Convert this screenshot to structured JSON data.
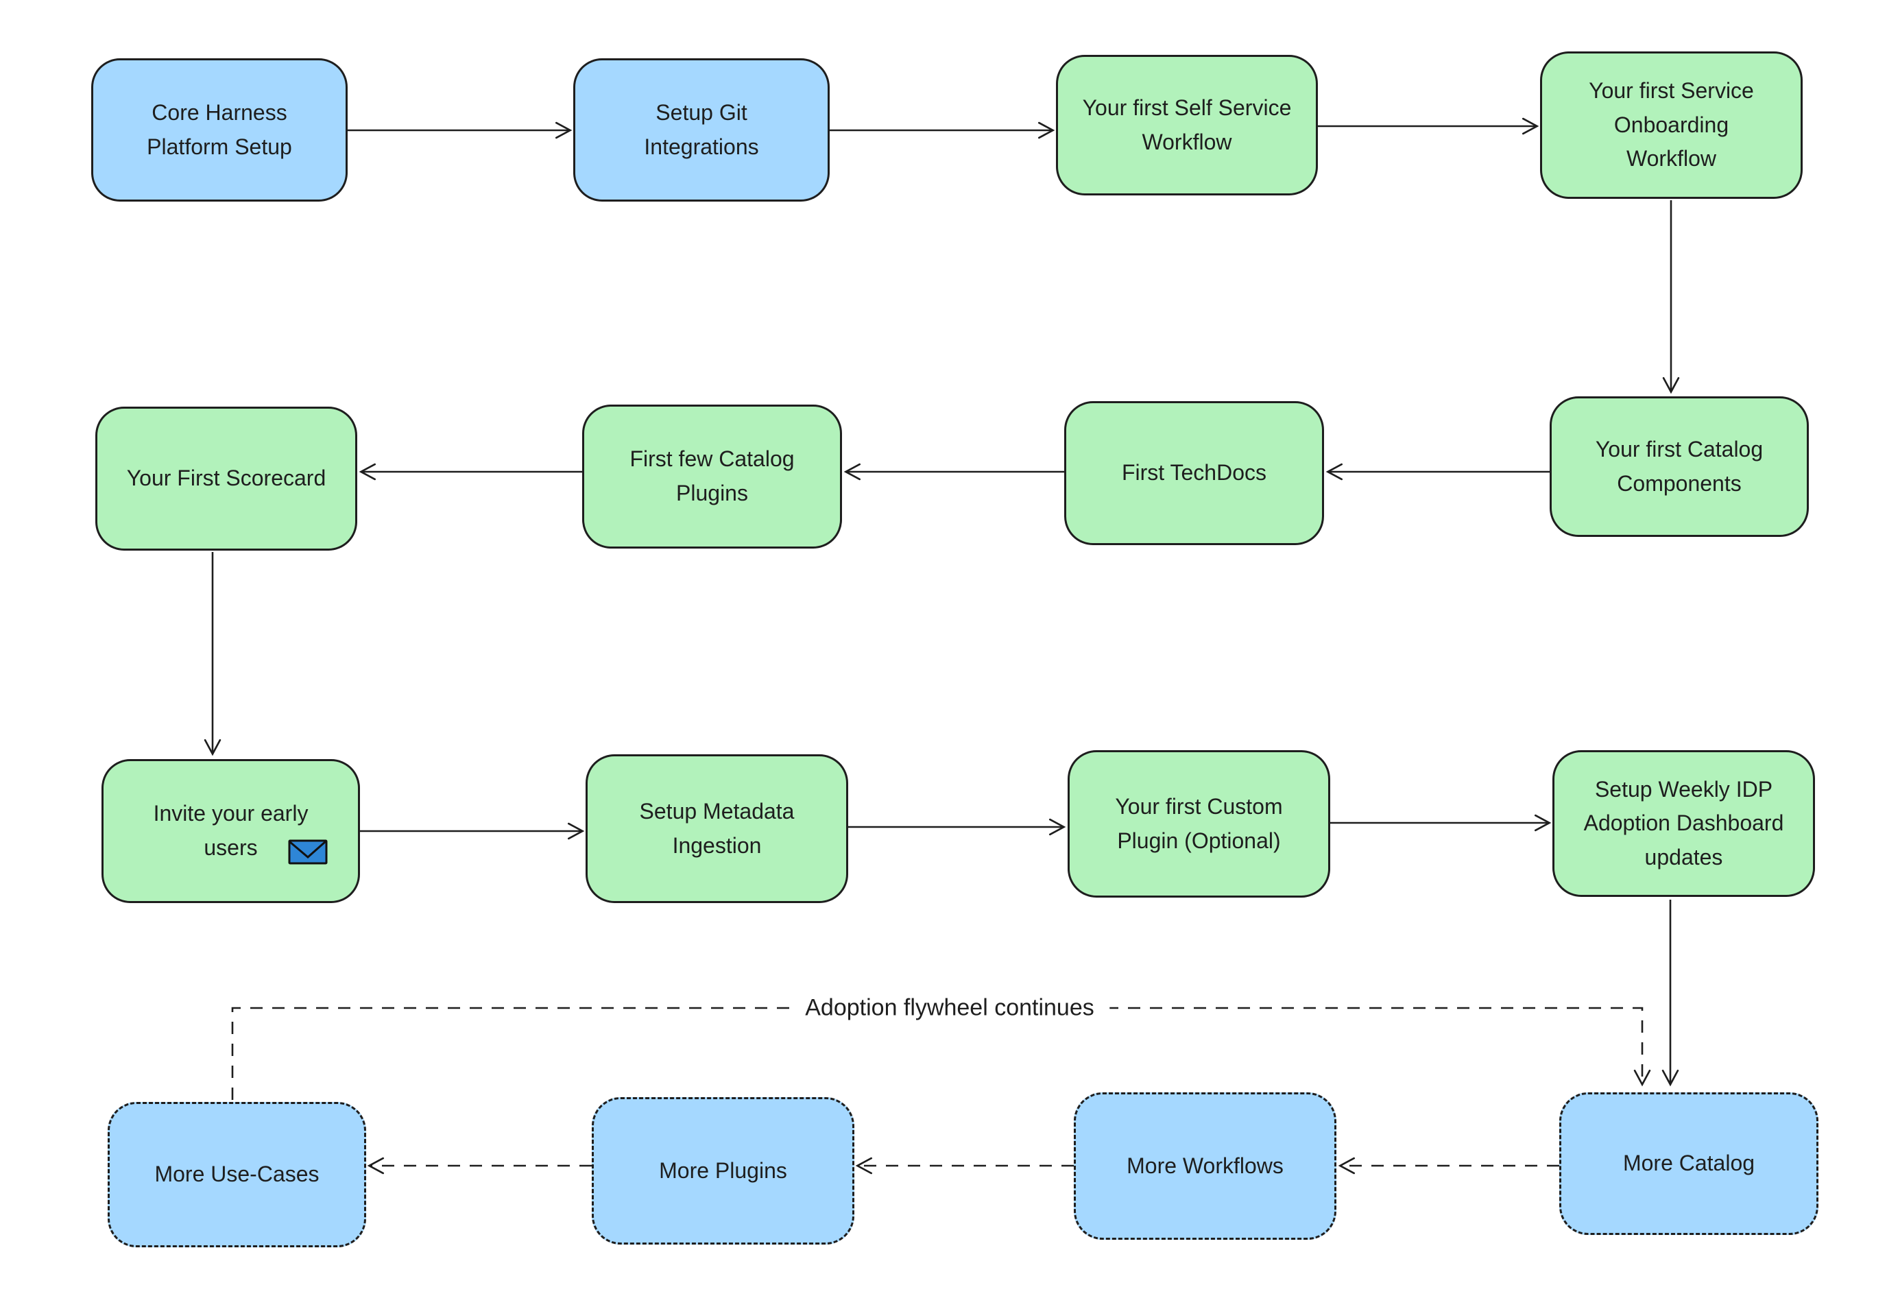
{
  "colors": {
    "background": "#ffffff",
    "stroke": "#1e1e1e",
    "blue_fill": "#a5d8ff",
    "green_fill": "#b2f2bb",
    "envelope_fill": "#2e86d6"
  },
  "nodes": {
    "core_harness": {
      "label": "Core Harness\nPlatform Setup",
      "color": "blue",
      "border": "solid"
    },
    "setup_git": {
      "label": "Setup Git\nIntegrations",
      "color": "blue",
      "border": "solid"
    },
    "self_service_workflow": {
      "label": "Your first Self Service\nWorkflow",
      "color": "green",
      "border": "solid"
    },
    "service_onboarding_workflow": {
      "label": "Your first Service\nOnboarding\nWorkflow",
      "color": "green",
      "border": "solid"
    },
    "catalog_components": {
      "label": "Your first Catalog\nComponents",
      "color": "green",
      "border": "solid"
    },
    "first_techdocs": {
      "label": "First TechDocs",
      "color": "green",
      "border": "solid"
    },
    "catalog_plugins": {
      "label": "First few Catalog\nPlugins",
      "color": "green",
      "border": "solid"
    },
    "first_scorecard": {
      "label": "Your First Scorecard",
      "color": "green",
      "border": "solid"
    },
    "invite_users": {
      "label": "Invite your early\nusers",
      "color": "green",
      "border": "solid",
      "icon": "envelope-icon"
    },
    "metadata_ingestion": {
      "label": "Setup Metadata\nIngestion",
      "color": "green",
      "border": "solid"
    },
    "custom_plugin": {
      "label": "Your first Custom\nPlugin (Optional)",
      "color": "green",
      "border": "solid"
    },
    "idp_dashboard": {
      "label": "Setup Weekly IDP\nAdoption Dashboard\nupdates",
      "color": "green",
      "border": "solid"
    },
    "more_catalog": {
      "label": "More Catalog",
      "color": "blue",
      "border": "dashed"
    },
    "more_workflows": {
      "label": "More Workflows",
      "color": "blue",
      "border": "dashed"
    },
    "more_plugins": {
      "label": "More Plugins",
      "color": "blue",
      "border": "dashed"
    },
    "more_use_cases": {
      "label": "More Use-Cases",
      "color": "blue",
      "border": "dashed"
    }
  },
  "labels": {
    "flywheel": "Adoption flywheel continues"
  },
  "edges": [
    {
      "from": "core_harness",
      "to": "setup_git",
      "style": "solid"
    },
    {
      "from": "setup_git",
      "to": "self_service_workflow",
      "style": "solid"
    },
    {
      "from": "self_service_workflow",
      "to": "service_onboarding_workflow",
      "style": "solid"
    },
    {
      "from": "service_onboarding_workflow",
      "to": "catalog_components",
      "style": "solid"
    },
    {
      "from": "catalog_components",
      "to": "first_techdocs",
      "style": "solid"
    },
    {
      "from": "first_techdocs",
      "to": "catalog_plugins",
      "style": "solid"
    },
    {
      "from": "catalog_plugins",
      "to": "first_scorecard",
      "style": "solid"
    },
    {
      "from": "first_scorecard",
      "to": "invite_users",
      "style": "solid"
    },
    {
      "from": "invite_users",
      "to": "metadata_ingestion",
      "style": "solid"
    },
    {
      "from": "metadata_ingestion",
      "to": "custom_plugin",
      "style": "solid"
    },
    {
      "from": "custom_plugin",
      "to": "idp_dashboard",
      "style": "solid"
    },
    {
      "from": "idp_dashboard",
      "to": "more_catalog",
      "style": "solid"
    },
    {
      "from": "more_catalog",
      "to": "more_workflows",
      "style": "dashed"
    },
    {
      "from": "more_workflows",
      "to": "more_plugins",
      "style": "dashed"
    },
    {
      "from": "more_plugins",
      "to": "more_use_cases",
      "style": "dashed"
    },
    {
      "from": "more_use_cases",
      "to": "more_catalog",
      "style": "dashed",
      "label": "Adoption flywheel continues"
    }
  ]
}
